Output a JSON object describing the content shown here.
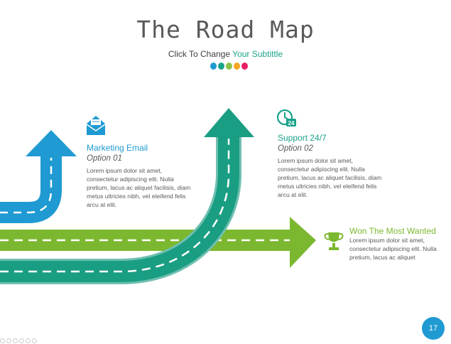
{
  "title": "The Road Map",
  "subtitle": {
    "prefix": "Click To Change",
    "accent": "Your Subtittle"
  },
  "dot_colors": [
    "#1f9ad2",
    "#1aa38a",
    "#8bc34a",
    "#f5a623",
    "#e91e63"
  ],
  "items": [
    {
      "heading": "Marketing Email",
      "option": "Option 01",
      "body": "Lorem ipsum dolor sit amet,\nconsectetur adipiscing elit. Nulla\npretium, lacus ac aliquet facilisis, diam\nmetus ultricies nibh, vel eleifend felis\narcu at elit.",
      "icon": "email-icon",
      "color": "#1f9ad2"
    },
    {
      "heading": "Support 24/7",
      "option": "Option 02",
      "body": "Lorem ipsum dolor sit amet,\nconsectetur adipiscing elit. Nulla\npretium, lacus ac aliquet facilisis, diam\nmetus ultricies nibh, vel eleifend felis\narcu at elit.",
      "icon": "clock-24-icon",
      "icon_text": "24",
      "color": "#1aa38a"
    },
    {
      "heading": "Won The Most Wanted",
      "body": "Lorem ipsum dolor sit amet,\nconsectetur adipiscing elit. Nulla\npretium, lacus ac aliquet",
      "icon": "trophy-icon",
      "color": "#7cb82f"
    }
  ],
  "road_colors": {
    "blue": "#1f9ad2",
    "teal": "#1a9e83",
    "green": "#7cb82f"
  },
  "page_number": "17"
}
